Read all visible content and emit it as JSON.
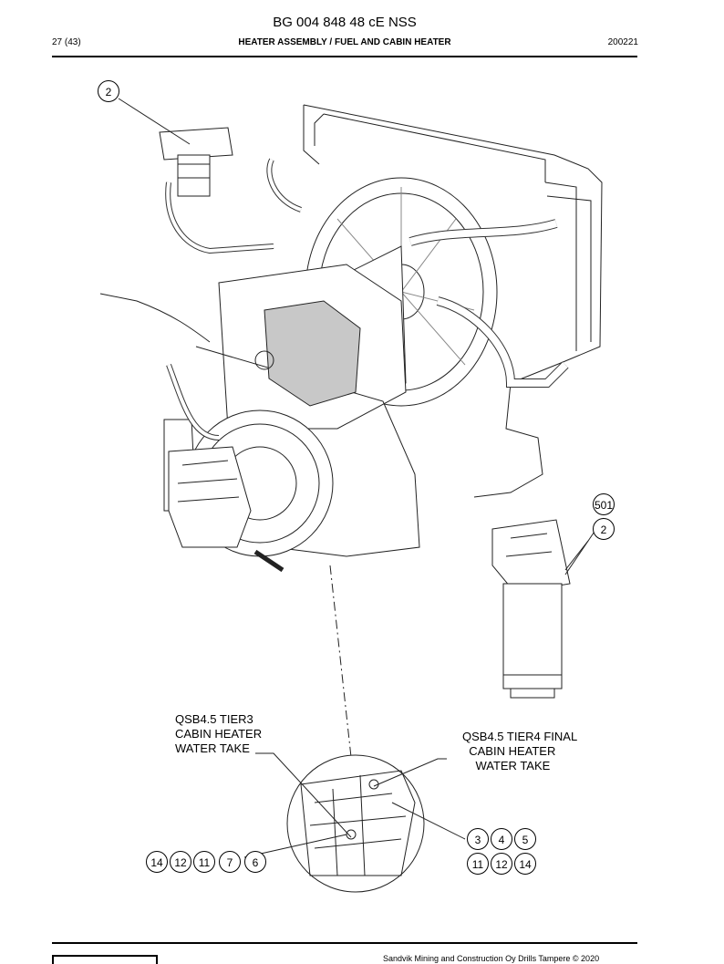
{
  "header": {
    "doc_id": "BG 004 848 48 cE NSS",
    "page": "27 (43)",
    "section": "HEATER ASSEMBLY / FUEL AND CABIN HEATER",
    "revision": "200221"
  },
  "callouts": {
    "tier3": "QSB4.5 TIER3\nCABIN HEATER\nWATER TAKE",
    "tier4": "QSB4.5 TIER4 FINAL\n  CABIN HEATER\n    WATER TAKE"
  },
  "item_numbers": {
    "top_left": "2",
    "filter_a": "501",
    "filter_b": "2",
    "tier4_row1": [
      "3",
      "4",
      "5"
    ],
    "tier4_row2": [
      "11",
      "12",
      "14"
    ],
    "tier3_row": [
      "14",
      "12",
      "11",
      "7",
      "6"
    ]
  },
  "footer": {
    "copyright": "Sandvik Mining and Construction Oy Drills Tampere © 2020"
  }
}
